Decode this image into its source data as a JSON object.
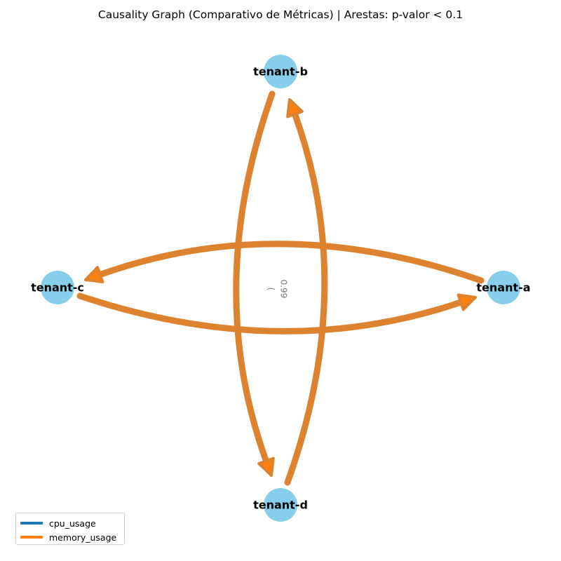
{
  "title": "Causality Graph (Comparativo de Métricas) | Arestas: p-valor < 0.1",
  "nodes": [
    {
      "id": "tenant-a",
      "label": "tenant-a"
    },
    {
      "id": "tenant-b",
      "label": "tenant-b"
    },
    {
      "id": "tenant-c",
      "label": "tenant-c"
    },
    {
      "id": "tenant-d",
      "label": "tenant-d"
    }
  ],
  "edges": [
    {
      "from": "tenant-a",
      "to": "tenant-c",
      "metric": "memory_usage"
    },
    {
      "from": "tenant-c",
      "to": "tenant-a",
      "metric": "memory_usage"
    },
    {
      "from": "tenant-b",
      "to": "tenant-d",
      "metric": "memory_usage"
    },
    {
      "from": "tenant-d",
      "to": "tenant-b",
      "metric": "memory_usage"
    }
  ],
  "edge_labels": {
    "value": "0.99",
    "paren": "("
  },
  "legend": [
    {
      "label": "cpu_usage",
      "color": "#1f77b4"
    },
    {
      "label": "memory_usage",
      "color": "#ff7f0e"
    }
  ],
  "colors": {
    "node": "#87ceeb",
    "edge_cpu": "#1f77b4",
    "edge_memory": "#dd8330",
    "arrow_head": "#ff7f0e"
  }
}
